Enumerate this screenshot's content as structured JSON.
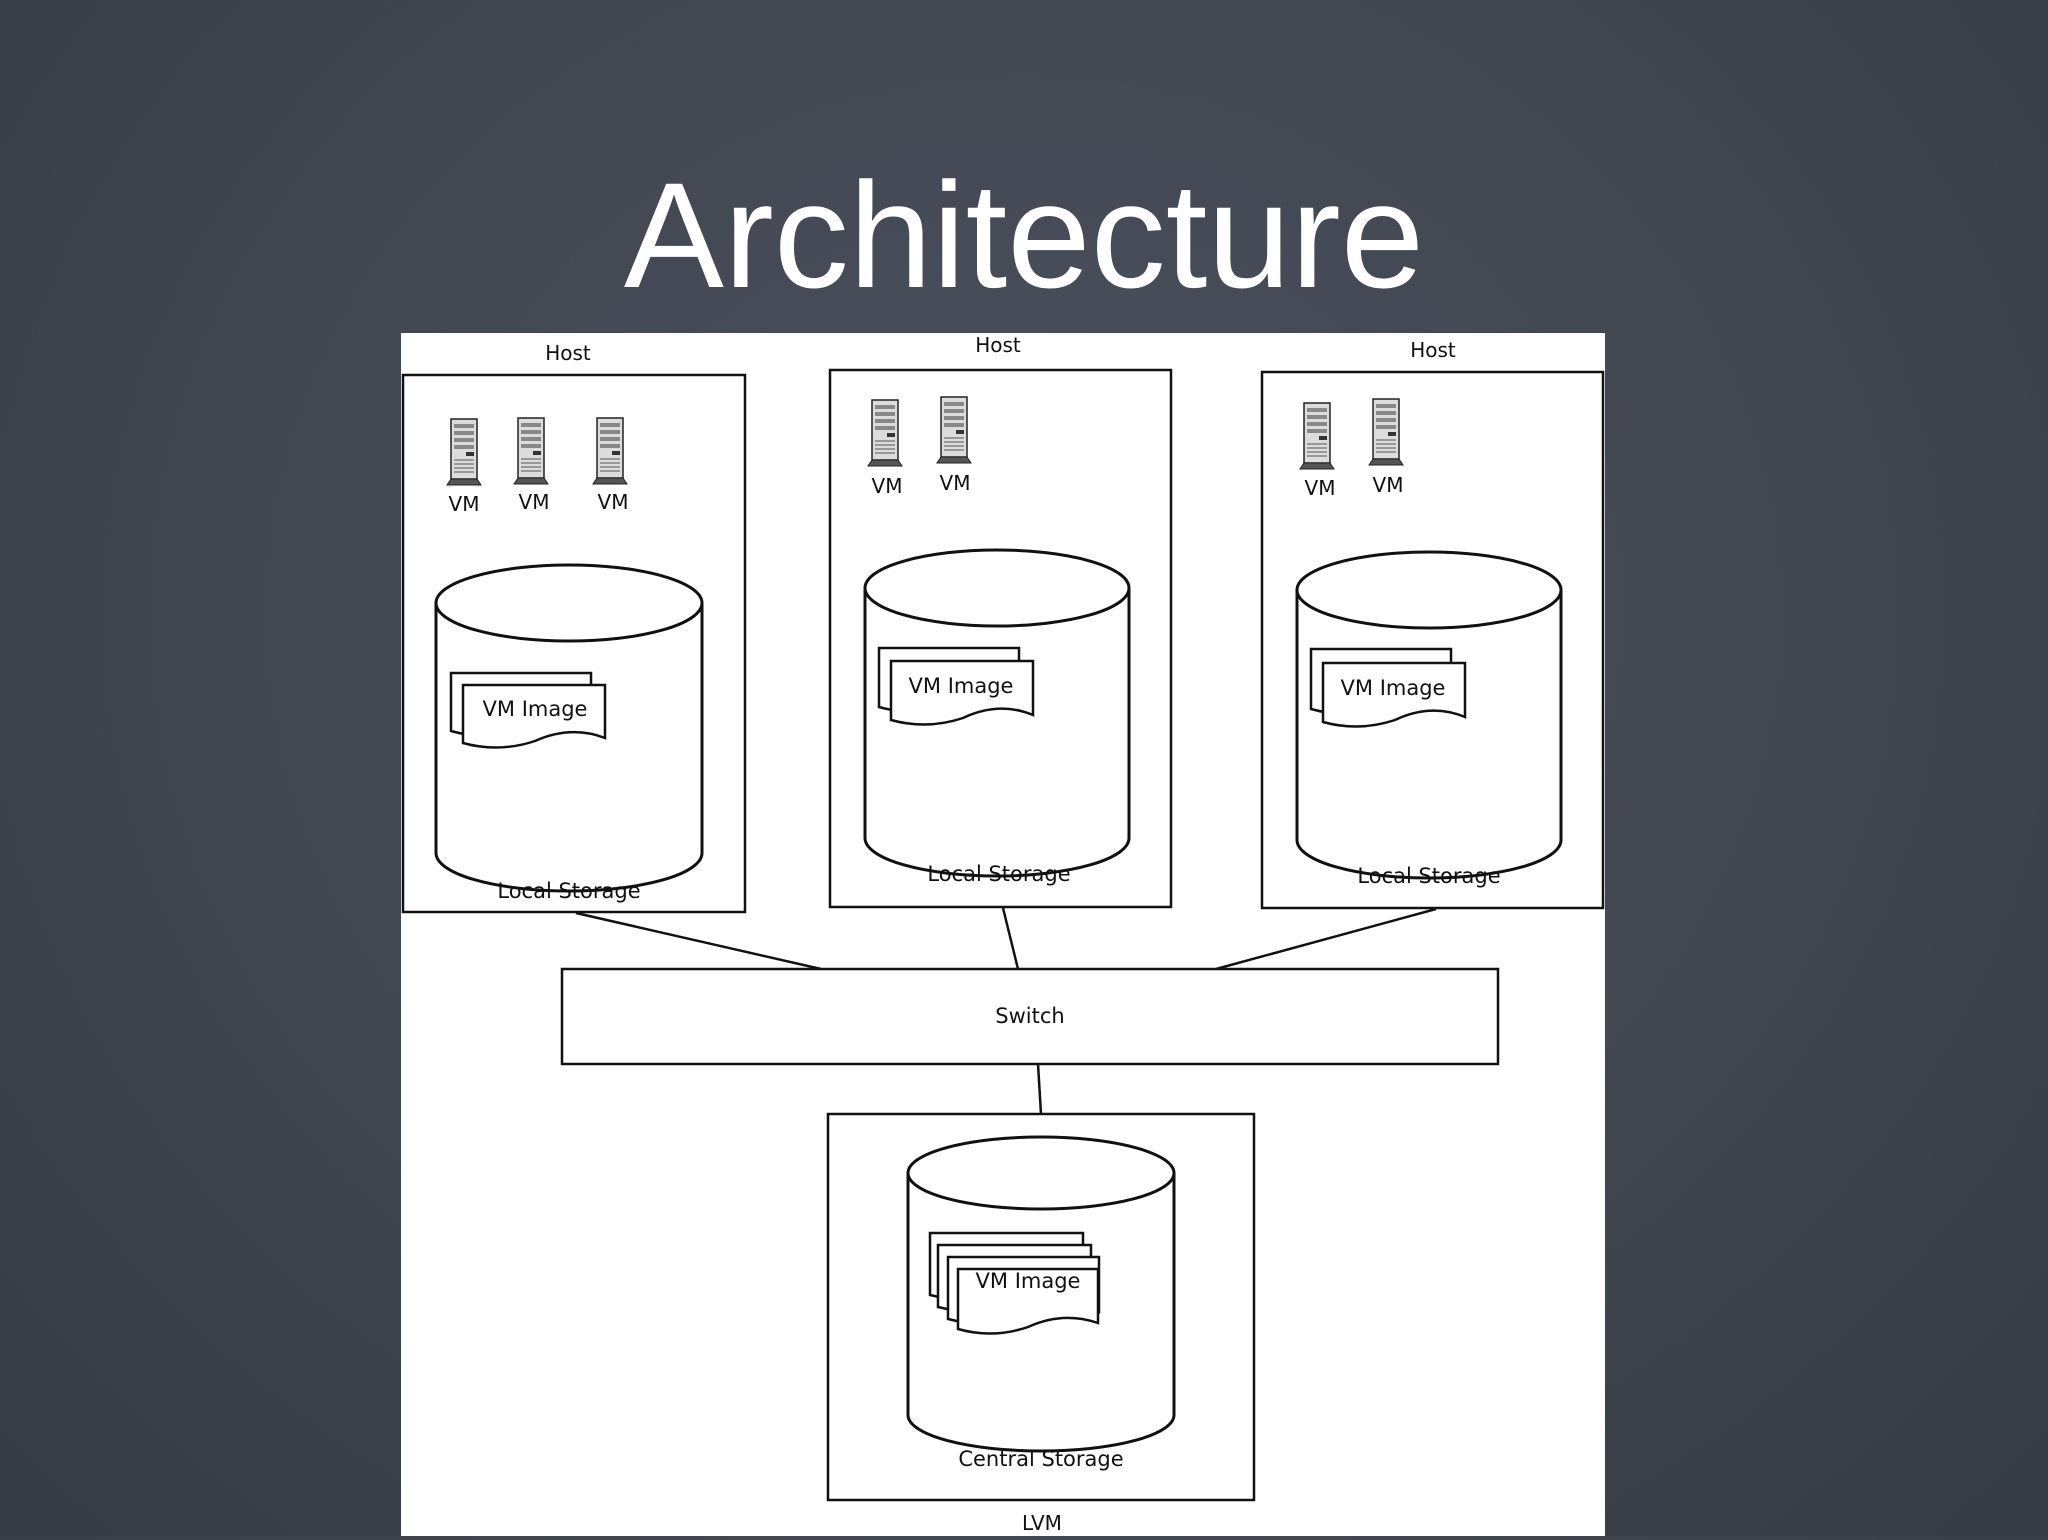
{
  "slide": {
    "title": "Architecture"
  },
  "diagram": {
    "hosts": [
      {
        "label": "Host",
        "vms": [
          "VM",
          "VM",
          "VM"
        ],
        "image_label": "VM Image",
        "storage_label": "Local Storage"
      },
      {
        "label": "Host",
        "vms": [
          "VM",
          "VM"
        ],
        "image_label": "VM Image",
        "storage_label": "Local Storage"
      },
      {
        "label": "Host",
        "vms": [
          "VM",
          "VM"
        ],
        "image_label": "VM Image",
        "storage_label": "Local Storage"
      }
    ],
    "switch_label": "Switch",
    "central": {
      "image_label": "VM Image",
      "storage_label": "Central Storage",
      "label": "LVM"
    }
  }
}
